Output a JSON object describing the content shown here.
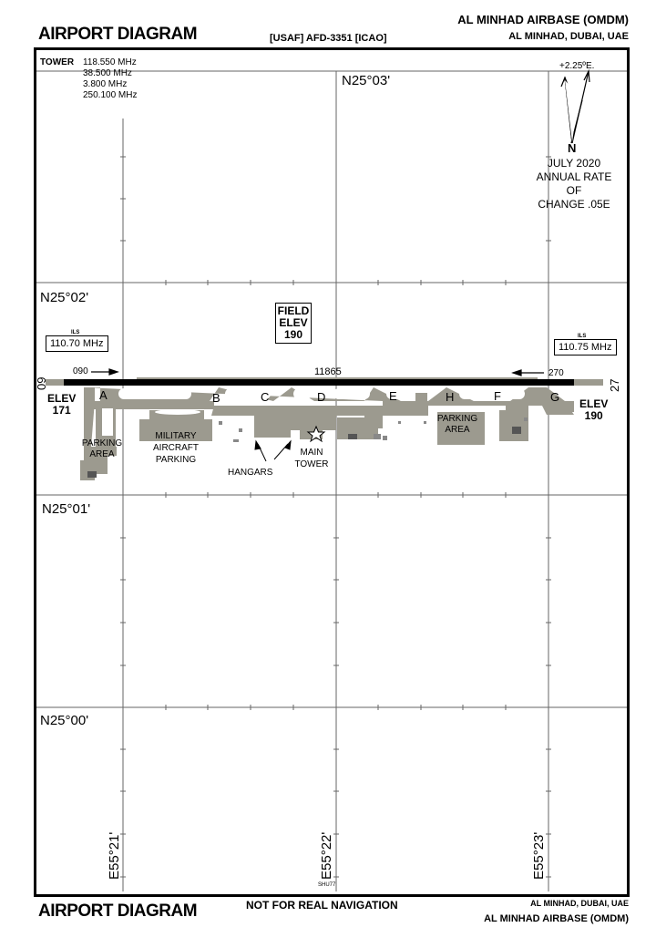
{
  "header": {
    "title_left": "AIRPORT DIAGRAM",
    "center": "[USAF] AFD-3351 [ICAO]",
    "airport_name": "AL MINHAD AIRBASE (OMDM)",
    "location": "AL MINHAD, DUBAI, UAE"
  },
  "tower": {
    "label": "TOWER",
    "freqs": [
      "118.550 MHz",
      "38.500 MHz",
      "3.800 MHz",
      "250.100 MHz"
    ]
  },
  "magnetic": {
    "variation": "+2.25ºE.",
    "north": "N",
    "date": "JULY 2020",
    "rate_line1": "ANNUAL RATE OF",
    "rate_line2": "CHANGE .05E"
  },
  "latitudes": [
    "N25°03'",
    "N25°02'",
    "N25°01'",
    "N25°00'"
  ],
  "longitudes": [
    "E55°21'",
    "E55°22'",
    "E55°23'"
  ],
  "field_elev": {
    "l1": "FIELD",
    "l2": "ELEV",
    "l3": "190"
  },
  "runway": {
    "length": "11865",
    "hdg_west": "090",
    "hdg_east": "270",
    "end_west": "09",
    "end_east": "27",
    "elev_west_label": "ELEV",
    "elev_west": "171",
    "elev_east_label": "ELEV",
    "elev_east": "190",
    "ils_label": "ILS",
    "ils_west": "110.70  MHz",
    "ils_east": "110.75  MHz"
  },
  "taxiways": [
    "A",
    "B",
    "C",
    "D",
    "E",
    "H",
    "F",
    "G"
  ],
  "labels": {
    "parking_area_w1": "PARKING",
    "parking_area_w2": "AREA",
    "military1": "MILITARY",
    "military2": "AIRCRAFT",
    "military3": "PARKING",
    "hangars": "HANGARS",
    "main_tower1": "MAIN",
    "main_tower2": "TOWER",
    "parking_area_e1": "PARKING",
    "parking_area_e2": "AREA"
  },
  "footer": {
    "title_left": "AIRPORT DIAGRAM",
    "center": "NOT FOR REAL NAVIGATION",
    "location": "AL MINHAD, DUBAI, UAE",
    "airport_name": "AL MINHAD AIRBASE (OMDM)",
    "code": "SHU77"
  },
  "colors": {
    "pavement": "#9c9a8f",
    "runway": "#000000",
    "grid": "#555555"
  }
}
